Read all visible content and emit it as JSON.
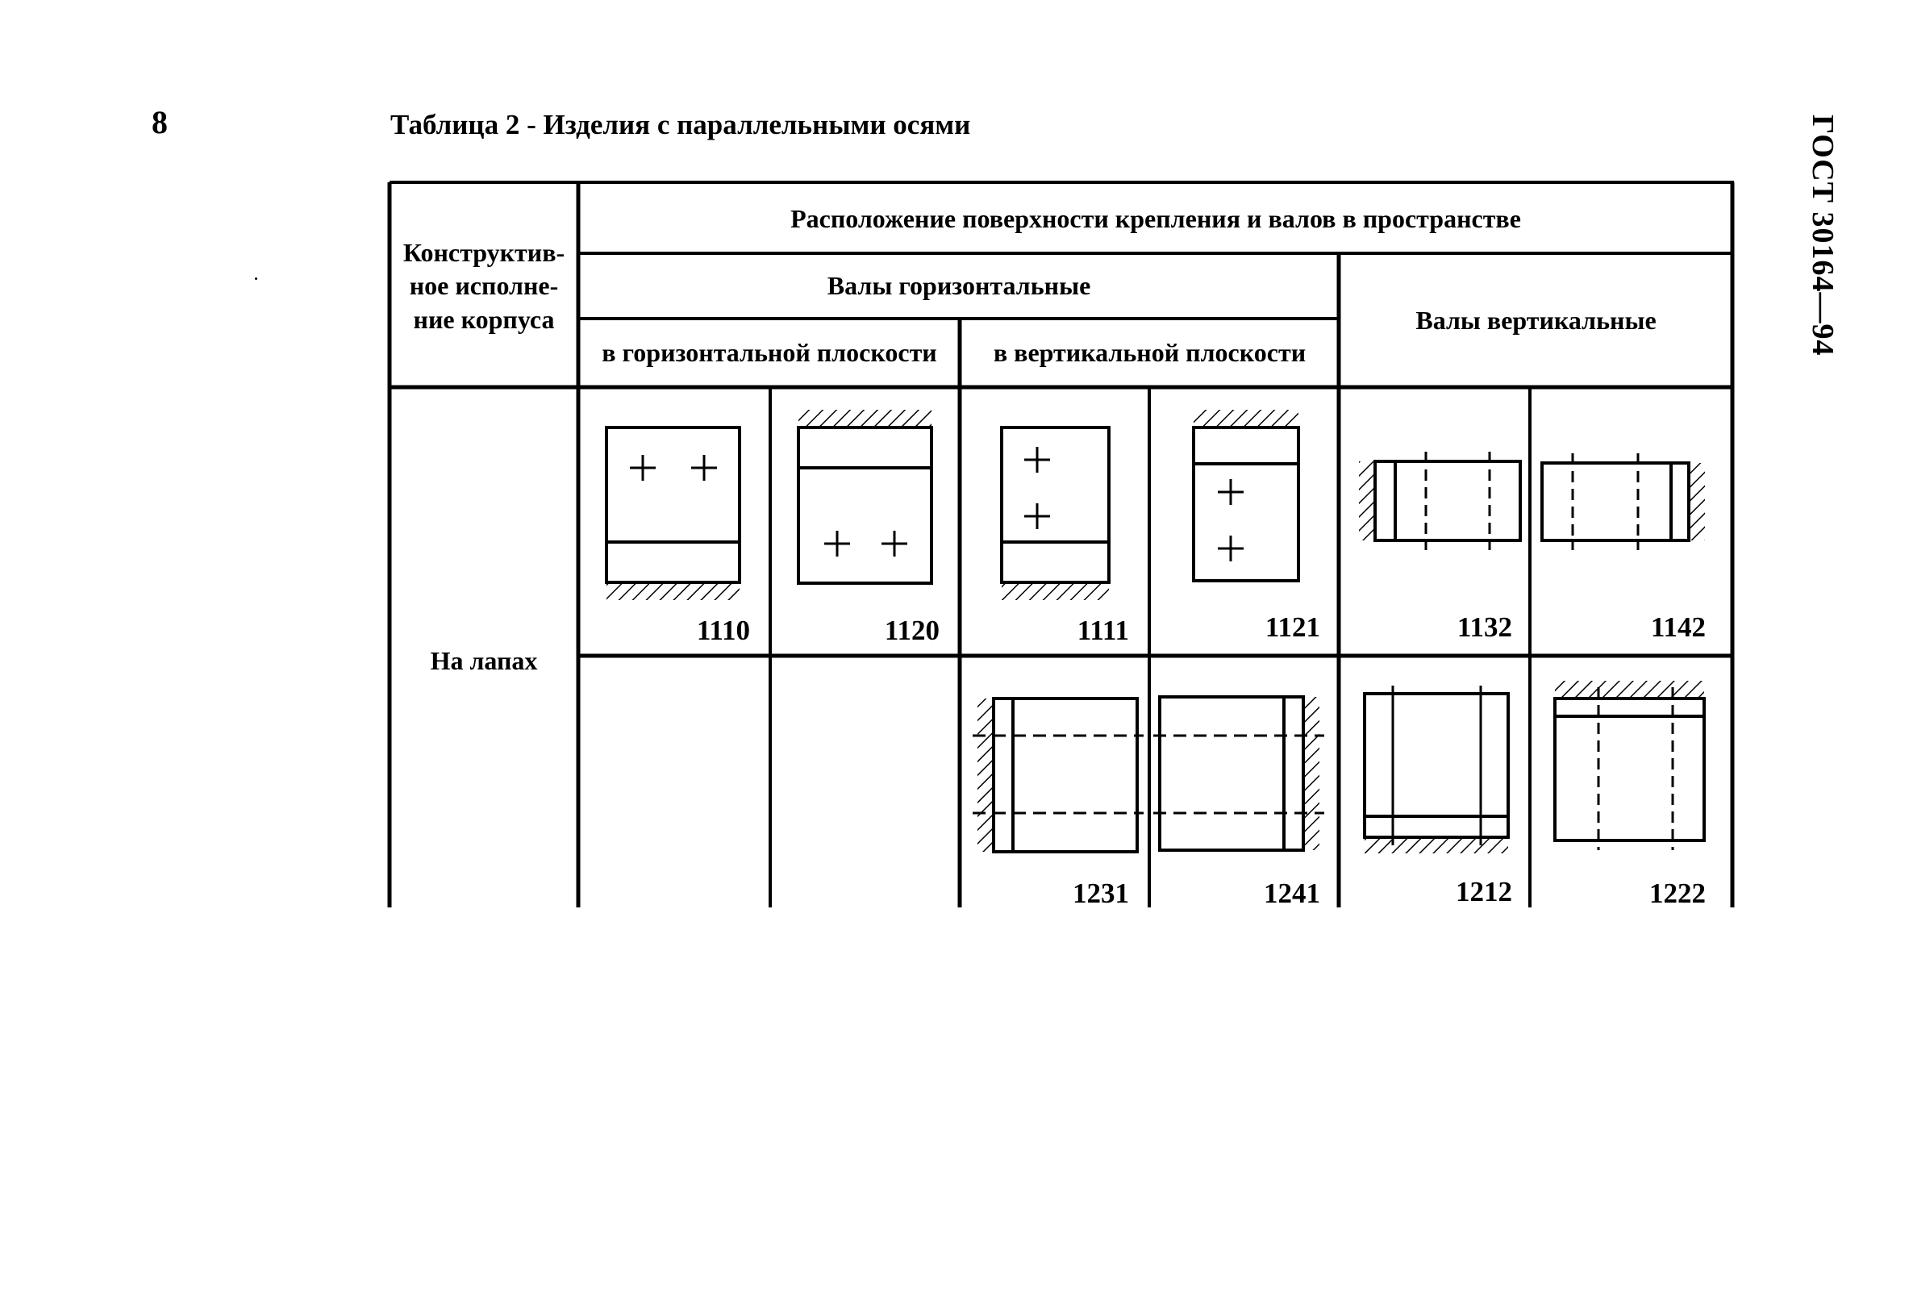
{
  "page": {
    "number": "8",
    "doc_code": "ГОСТ 30164—94"
  },
  "table": {
    "caption": "Таблица 2 - Изделия с параллельными осями",
    "headers": {
      "body_design": "Конструктив-\nное исполне-\nние корпуса",
      "location": "Расположение поверхности крепления и валов в пространстве",
      "shafts_horizontal": "Валы горизонтальные",
      "horizontal_plane": "в горизонтальной плоскости",
      "vertical_plane": "в вертикальной плоскости",
      "shafts_vertical": "Валы вертикальные"
    },
    "rows": [
      {
        "body_design": "На лапах",
        "row1_codes": [
          "1110",
          "1120",
          "1111",
          "1121",
          "1132",
          "1142"
        ],
        "row2_codes": [
          "",
          "",
          "1231",
          "1241",
          "1212",
          "1222"
        ]
      }
    ]
  },
  "icons": [
    "mounting-1110-icon",
    "mounting-1120-icon",
    "mounting-1111-icon",
    "mounting-1121-icon",
    "mounting-1132-icon",
    "mounting-1142-icon",
    "mounting-1231-icon",
    "mounting-1241-icon",
    "mounting-1212-icon",
    "mounting-1222-icon"
  ]
}
